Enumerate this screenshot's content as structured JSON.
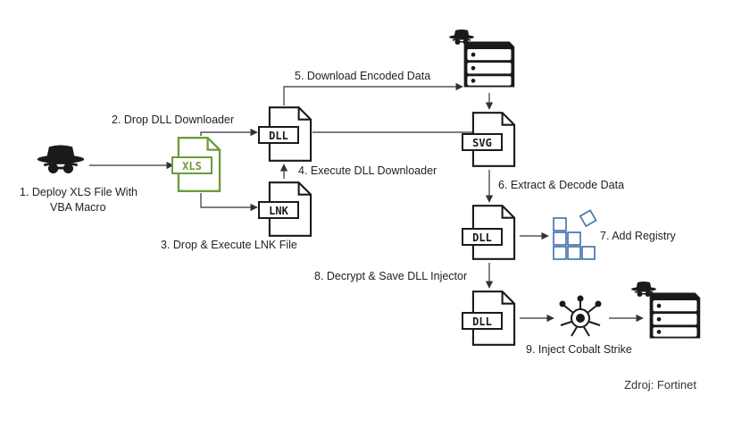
{
  "diagram": {
    "nodes": {
      "xls": "XLS",
      "dll_downloader": "DLL",
      "lnk": "LNK",
      "svg": "SVG",
      "dll_decoded": "DLL",
      "dll_injector": "DLL"
    },
    "steps": {
      "s1_line1": "1. Deploy XLS File With",
      "s1_line2": "VBA Macro",
      "s2": "2. Drop DLL Downloader",
      "s3": "3. Drop & Execute LNK File",
      "s4": "4. Execute DLL Downloader",
      "s5": "5. Download Encoded Data",
      "s6": "6. Extract & Decode Data",
      "s7": "7. Add Registry",
      "s8": "8. Decrypt & Save DLL Injector",
      "s9": "9. Inject Cobalt Strike"
    },
    "icons": [
      "hacker-icon",
      "server-icon",
      "registry-icon",
      "virus-icon"
    ],
    "colors": {
      "xls_border": "#6e9a3c",
      "registry": "#3d6fa6",
      "ink": "#1a1a1a"
    }
  },
  "source": "Zdroj: Fortinet"
}
